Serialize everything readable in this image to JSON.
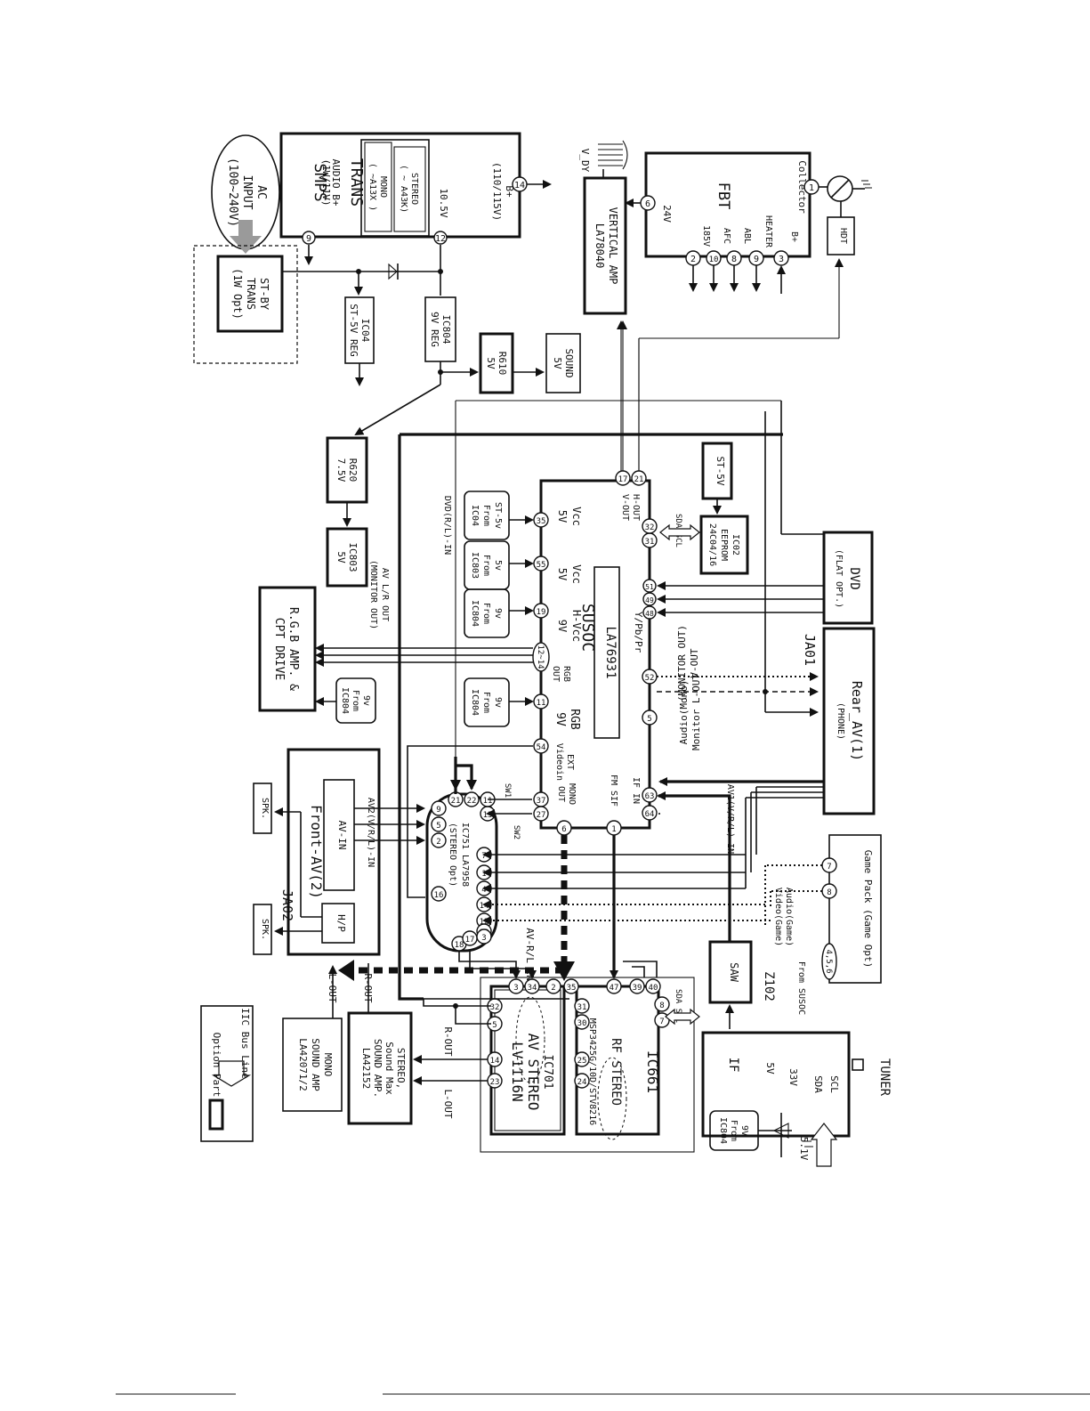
{
  "power": {
    "ac_input": {
      "l1": "AC",
      "l2": "INPUT",
      "l3": "(100~240V)"
    },
    "st_by_trans": {
      "l1": "ST-BY",
      "l2": "TRANS",
      "l3": "(1W Opt)"
    },
    "smps": {
      "l1": "SMPS",
      "l2": "TRANS",
      "audio_b1": "AUDIO B+",
      "audio_b2": "(1W/11V)",
      "mono1": "MONO",
      "mono2": "( ~A13X )",
      "stereo1": "STEREO",
      "stereo2": "( ~ A43K)",
      "v105": "10.5V",
      "bplus1": "B+",
      "bplus2": "(110/115V)"
    },
    "pins": {
      "p9": "9",
      "p12": "12",
      "p14": "14"
    },
    "ic04": {
      "l1": "IC04",
      "l2": "ST-5V REG"
    },
    "ic804": {
      "l1": "IC804",
      "l2": "9V REG"
    },
    "r610": {
      "l1": "R610",
      "l2": "5V"
    },
    "sound5v": {
      "l1": "SOUND",
      "l2": "5V"
    },
    "r620": {
      "l1": "R620",
      "l2": "7.5V"
    },
    "ic803": {
      "l1": "IC803",
      "l2": "5V"
    }
  },
  "deflection": {
    "v_dy": "V_DY",
    "vamp": {
      "l1": "VERTICAL AMP",
      "l2": "LA78040"
    },
    "fbt": {
      "title": "FBT",
      "p6": "6",
      "v24": "24V",
      "collector": "Collector",
      "p1": "1",
      "p2": "2",
      "v185": "185V",
      "p10": "10",
      "afc": "AFC",
      "p8": "8",
      "abl": "ABL",
      "p9": "9",
      "heater": "HEATER",
      "p3": "3",
      "bplus": "B+"
    },
    "hdt": "HDT"
  },
  "susoc": {
    "name": "SUSOC",
    "chip": "LA76931",
    "vout": "V-OUT",
    "hout": "H-OUT",
    "p17": "17",
    "p21": "21",
    "sda_scl": "SDA SCL",
    "p31": "31",
    "p32": "32",
    "vcc5": "Vcc",
    "vcc5v": "5V",
    "p35": "35",
    "vcc55": "Vcc",
    "vcc55v": "5V",
    "p55": "55",
    "hvcc": "H-Vcc",
    "hvcc9": "9V",
    "p19": "19",
    "rgbout1": "RGB",
    "rgbout2": "OUT",
    "p1214": "12~14",
    "rgb9": "RGB",
    "rgb9v": "9V",
    "p11": "11",
    "ext1": "EXT",
    "ext2": "Videoin",
    "p54": "54",
    "monoout1": "MONO",
    "monoout2": "OUT",
    "p37": "37",
    "p27": "27",
    "fmsif1": "FM SIF",
    "p1": "1",
    "ifin": "IF IN",
    "p63": "63",
    "p64": "64",
    "p6": "6",
    "ypbpr": "Y/Pb/Pr",
    "p48": "48",
    "p49": "49",
    "p51": "51",
    "p52": "52",
    "p5": "5",
    "from_st5v": {
      "l1": "ST-5v",
      "l2": "From",
      "l3": "IC04"
    },
    "from_5v": {
      "l1": "5v",
      "l2": "From",
      "l3": "IC803"
    },
    "from_9v_a": {
      "l1": "9v",
      "l2": "From",
      "l3": "IC804"
    },
    "from_9v_b": {
      "l1": "9v",
      "l2": "From",
      "l3": "IC804"
    }
  },
  "eeprom": {
    "st5v": "ST-5V",
    "l1": "IC02",
    "l2": "EEPROM",
    "l3": "24C04/16"
  },
  "jacks": {
    "dvd": {
      "l1": "DVD",
      "l2": "(FLAT OPT.)"
    },
    "rear": {
      "l1": "Rear_AV(1)",
      "l2": "(PHONE)"
    },
    "ja01": "JA01",
    "vout_mon1": "V-OUT",
    "vout_mon2": "(MONITOR OUT)",
    "lout_mon1": "Monitor L-OUT",
    "lout_mon2": "Audio(Mono)",
    "av1": "AV1(V/R/L)-IN",
    "gamepack": "Game Pack (Game Opt)",
    "p456": "4,5,6",
    "p8": "8",
    "p7": "7",
    "audio_game": "Audio(Game)",
    "video_game": "Video(Game)",
    "from_susoc": "From SUSOC"
  },
  "front": {
    "front_av": "Front-AV(2)",
    "av_in": "AV-IN",
    "hp": "H/P",
    "ja02": "JA02",
    "spk1": "SPK.",
    "spk2": "SPK.",
    "av2": "AV2(V/R/L)-IN",
    "rgb_amp1": "R.G.B AMP. &",
    "rgb_amp2": "CPT DRIVE",
    "from_9v_c": {
      "l1": "9v",
      "l2": "From",
      "l3": "IC804"
    },
    "avlr1": "AV L/R OUT",
    "avlr2": "(MONITOR OUT)",
    "dvd_in": "DVD(R/L)-IN"
  },
  "ic751": {
    "l1": "IC751 LA7958",
    "l2": "(STEREO Opt)",
    "sw1": "SW1",
    "sw2": "SW2",
    "pins": [
      "9",
      "5",
      "2",
      "21",
      "22",
      "13",
      "11",
      "16",
      "12",
      "14",
      "4",
      "7",
      "1",
      "18",
      "17",
      "10",
      "3"
    ]
  },
  "ic701": {
    "l1": "IC701",
    "l2": "AV STEREO",
    "l3": "LV1116N",
    "av_rl_in": "AV-R/L IN",
    "pins": [
      "3",
      "34",
      "2",
      "35",
      "32",
      "5",
      "14",
      "23"
    ]
  },
  "ic661": {
    "l1": "IC661",
    "l2": "RF STEREO",
    "l3": "MSP3425G/10D/STV8216",
    "sda_scl": "SDA SCL",
    "pins": [
      "47",
      "39",
      "40",
      "31",
      "30",
      "25",
      "24",
      "8",
      "7"
    ]
  },
  "tuner": {
    "title": "TUNER",
    "if": "IF",
    "v5": "5V",
    "v33": "33V",
    "sda": "SDA",
    "scl": "SCL",
    "v51": "5.1V",
    "saw": "SAW",
    "z102": "Z102",
    "from_9v": {
      "l1": "9V",
      "l2": "From",
      "l3": "IC804"
    }
  },
  "sound": {
    "mono1": "MONO",
    "mono2": "SOUND AMP",
    "mono3": "LA42071/2",
    "st1": "STEREO,",
    "st2": "Sound Max",
    "st3": "SOUND AMP.",
    "st4": "LA42152",
    "lout": "L-OUT",
    "rout": "R-OUT",
    "lout2": "L-OUT",
    "rout2": "R-OUT"
  },
  "legend": {
    "option": "Option Part",
    "iic": "IIC Bus Line"
  }
}
